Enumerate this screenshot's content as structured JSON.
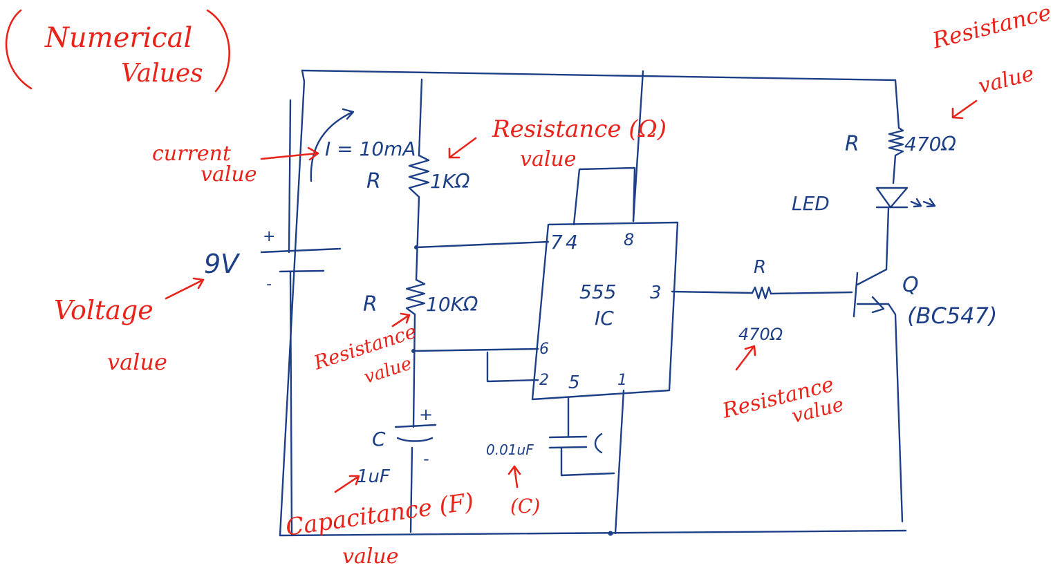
{
  "colors": {
    "circuit_ink": "#1c3f86",
    "annotation_ink": "#e8231a"
  },
  "circuit": {
    "battery": {
      "value": "9V",
      "plus": "+",
      "minus": "-"
    },
    "current": {
      "value": "I = 10mA"
    },
    "r1": {
      "symbol": "R",
      "value": "1KΩ"
    },
    "r2": {
      "symbol": "R",
      "value": "10KΩ"
    },
    "c1": {
      "symbol": "C",
      "value": "1uF",
      "plus": "+",
      "minus": "-"
    },
    "c2": {
      "symbol": "C",
      "value": "0.01uF"
    },
    "ic": {
      "name_line1": "555",
      "name_line2": "IC",
      "pin_7": "7",
      "pin_4": "4",
      "pin_8": "8",
      "pin_3": "3",
      "pin_6": "6",
      "pin_2": "2",
      "pin_5": "5",
      "pin_1": "1"
    },
    "r_base": {
      "symbol": "R",
      "value": "470Ω"
    },
    "r_led": {
      "symbol": "R",
      "value": "470Ω"
    },
    "led": {
      "label": "LED"
    },
    "transistor": {
      "symbol": "Q",
      "part": "(BC547)"
    }
  },
  "annotations": {
    "numerical_values": {
      "line1": "Numerical",
      "line2": "Values"
    },
    "current_value": {
      "line1": "current",
      "line2": "value"
    },
    "resistance_ohm": {
      "line1": "Resistance (Ω)",
      "line2": "value"
    },
    "resistance_top_right": {
      "line1": "Resistance",
      "line2": "value"
    },
    "voltage_value": {
      "line1": "Voltage",
      "line2": "value"
    },
    "resistance_left": {
      "line1": "Resistance",
      "line2": "value"
    },
    "resistance_bottom": {
      "line1": "Resistance",
      "line2": "value"
    },
    "capacitance": {
      "line1": "Capacitance (F)",
      "line2": "value"
    },
    "c_small": {
      "text": "(C)"
    }
  }
}
